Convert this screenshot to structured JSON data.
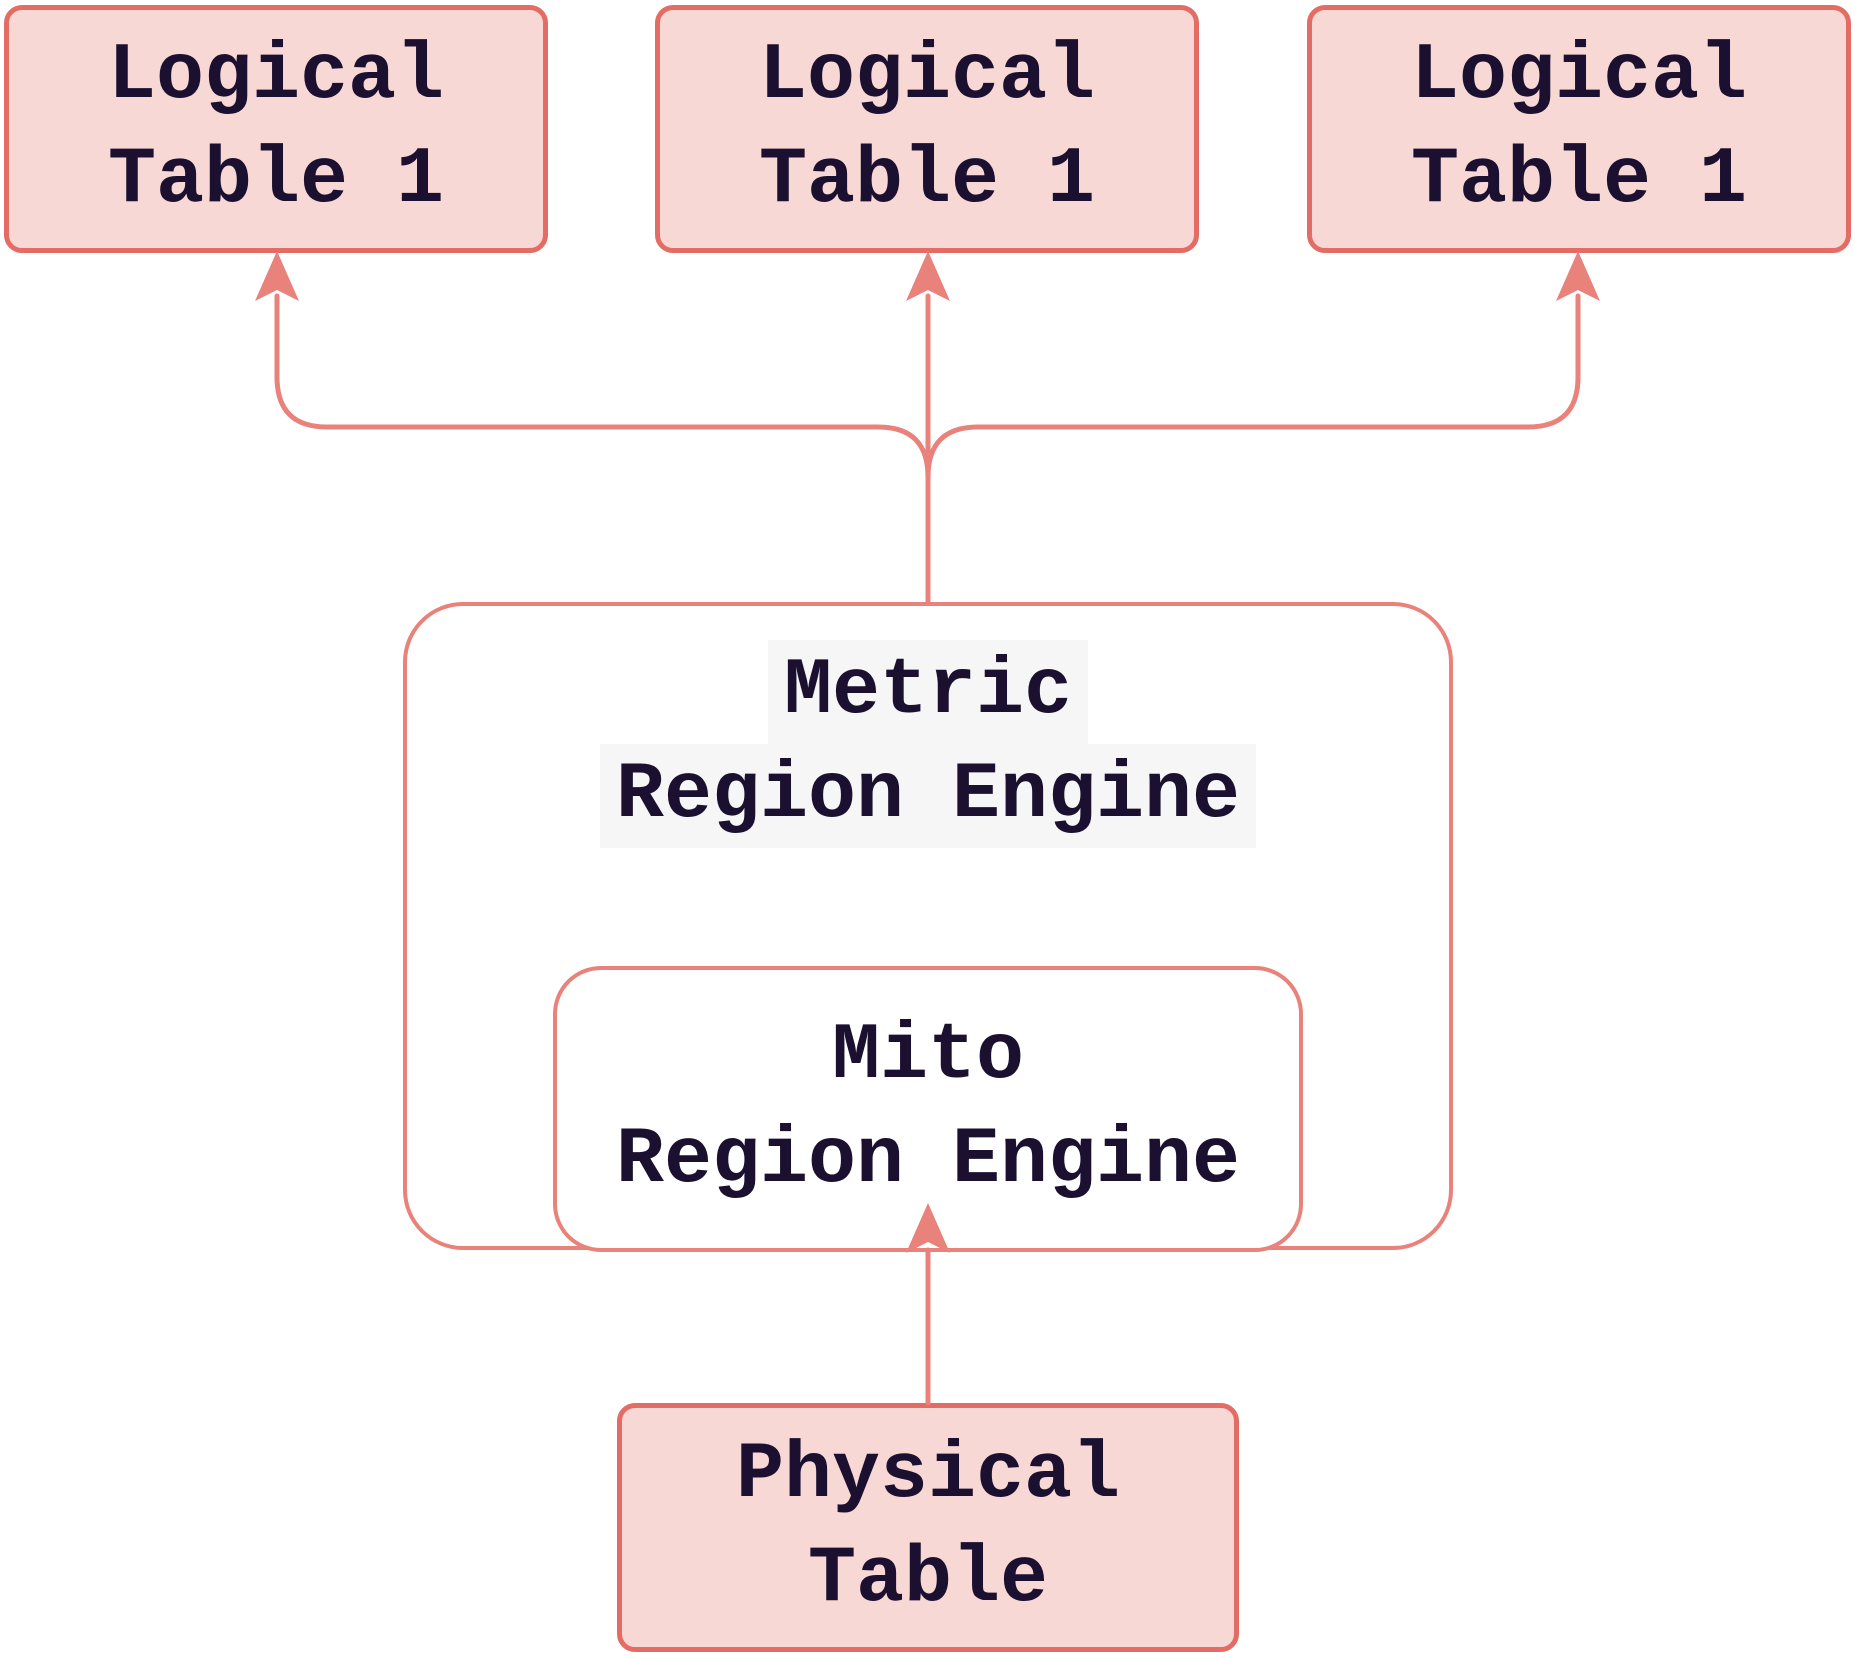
{
  "diagram": {
    "nodes": [
      {
        "id": "logical-table-left",
        "lines": [
          "Logical",
          "Table 1"
        ]
      },
      {
        "id": "logical-table-center",
        "lines": [
          "Logical",
          "Table 1"
        ]
      },
      {
        "id": "logical-table-right",
        "lines": [
          "Logical",
          "Table 1"
        ]
      },
      {
        "id": "metric-region-engine",
        "lines": [
          "Metric",
          "Region Engine"
        ]
      },
      {
        "id": "mito-region-engine",
        "lines": [
          "Mito",
          "Region Engine"
        ]
      },
      {
        "id": "physical-table",
        "lines": [
          "Physical",
          "Table"
        ]
      }
    ],
    "edges": [
      {
        "from": "metric-region-engine",
        "to": "logical-table-left",
        "arrow": "up"
      },
      {
        "from": "metric-region-engine",
        "to": "logical-table-center",
        "arrow": "up"
      },
      {
        "from": "metric-region-engine",
        "to": "logical-table-right",
        "arrow": "up"
      },
      {
        "from": "physical-table",
        "to": "mito-region-engine",
        "arrow": "up"
      }
    ],
    "colors": {
      "node_fill_pink": "#f7d8d5",
      "node_border": "#e36d64",
      "connector": "#e8827a",
      "text": "#1b1030",
      "text_highlight": "#f6f6f7",
      "background": "#ffffff"
    }
  }
}
